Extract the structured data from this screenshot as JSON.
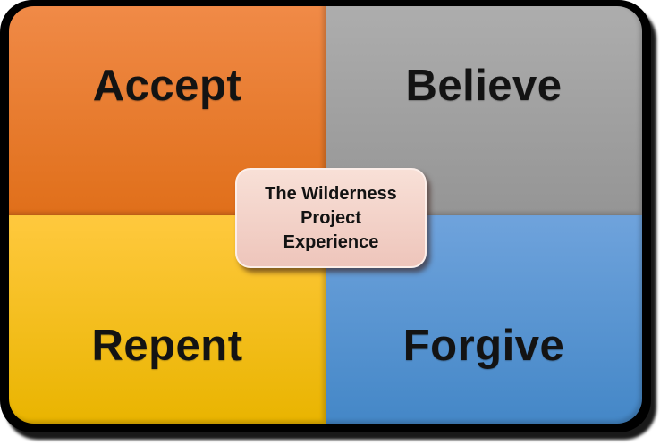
{
  "diagram": {
    "frame_color": "#000000",
    "background_color": "#ffffff",
    "text_color": "#131313"
  },
  "quadrants": [
    {
      "id": "accept",
      "label": "Accept",
      "position": "top-left",
      "color_top": "#F08A47",
      "color_bottom": "#E06F1A"
    },
    {
      "id": "believe",
      "label": "Believe",
      "position": "top-right",
      "color_top": "#ADADAD",
      "color_bottom": "#959595"
    },
    {
      "id": "repent",
      "label": "Repent",
      "position": "bottom-left",
      "color_top": "#FFC93E",
      "color_bottom": "#E9B400"
    },
    {
      "id": "forgive",
      "label": "Forgive",
      "position": "bottom-right",
      "color_top": "#6FA3DC",
      "color_bottom": "#4487C7"
    }
  ],
  "center_box": {
    "lines": [
      "The Wilderness",
      "Project",
      "Experience"
    ],
    "color_top": "#F8E0D7",
    "color_bottom": "#EEC5BB",
    "text_color": "#131313"
  }
}
